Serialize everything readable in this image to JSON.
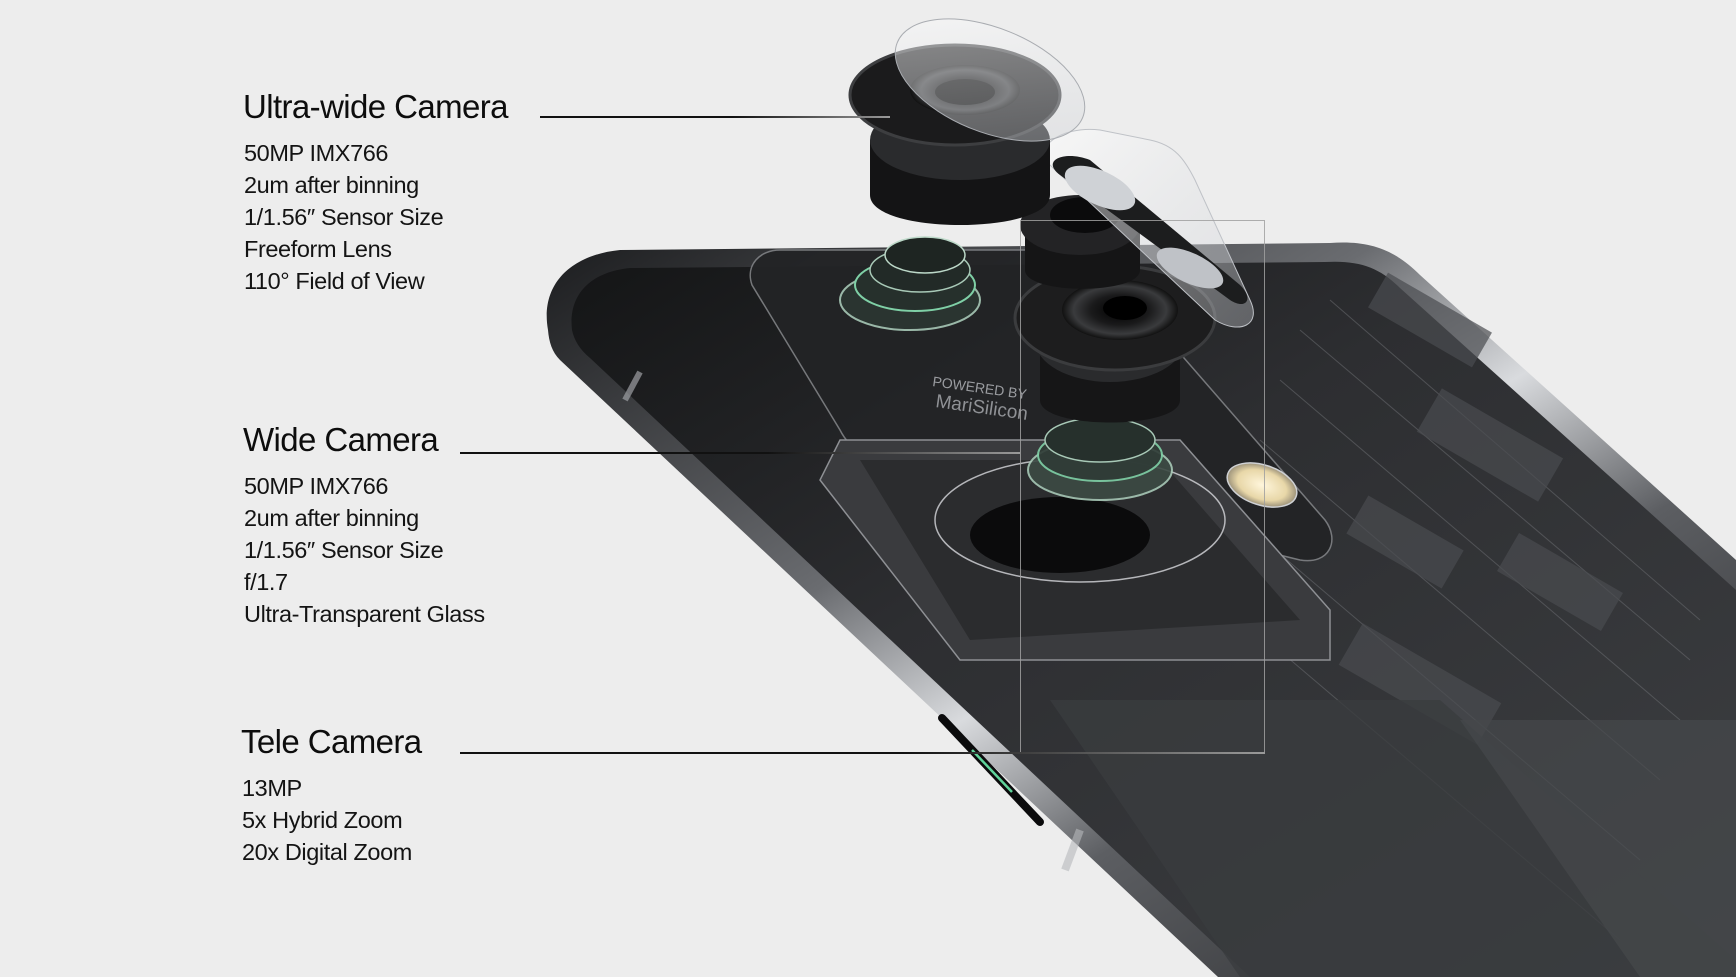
{
  "cameras": [
    {
      "title": "Ultra-wide Camera",
      "specs": [
        "50MP IMX766",
        "2um after binning",
        "1/1.56″ Sensor Size",
        "Freeform Lens",
        "110° Field of View"
      ]
    },
    {
      "title": "Wide Camera",
      "specs": [
        "50MP IMX766",
        "2um after binning",
        "1/1.56″ Sensor Size",
        "f/1.7",
        "Ultra-Transparent Glass"
      ]
    },
    {
      "title": "Tele Camera",
      "specs": [
        "13MP",
        "5x Hybrid Zoom",
        "20x Digital Zoom"
      ]
    }
  ],
  "chip_label": {
    "line1": "POWERED BY",
    "line2": "MariSilicon"
  },
  "colors": {
    "background": "#ededed",
    "text": "#111111",
    "phone_body": "#2a2b2d",
    "accent_green": "#5fd39a",
    "flash": "#f3e6c2"
  }
}
